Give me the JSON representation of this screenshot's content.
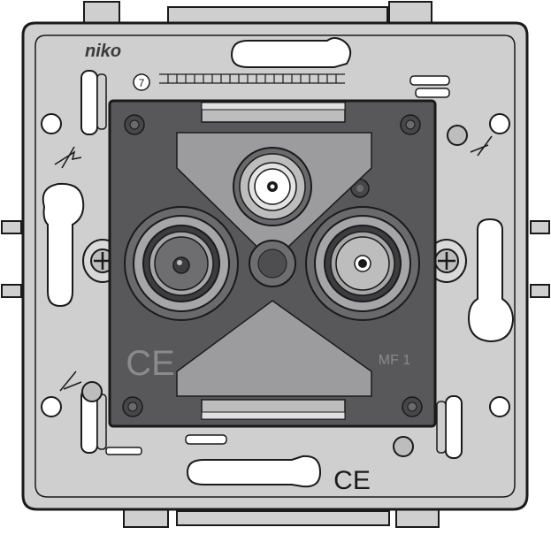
{
  "product": {
    "brand_logo_text": "niko",
    "model_code": "MF 1",
    "front_ce_mark": "CE",
    "plate_ce_mark": "CE",
    "plate_number": "7"
  },
  "colors": {
    "plate_fill": "#cfcfcf",
    "plate_stroke": "#1a1a1a",
    "module_dark": "#58585a",
    "module_cover": "#9c9c9e",
    "socket_ring": "#a6a6a8",
    "socket_inner": "#3d3d3f",
    "socket_pin": "#ffffff"
  },
  "icons": [
    "mounting-plate",
    "mounting-screw-icon",
    "coax-socket-icon",
    "satellite-socket-icon",
    "tv-socket-icon",
    "screwdriver-icon",
    "keyhole-slot-icon"
  ]
}
